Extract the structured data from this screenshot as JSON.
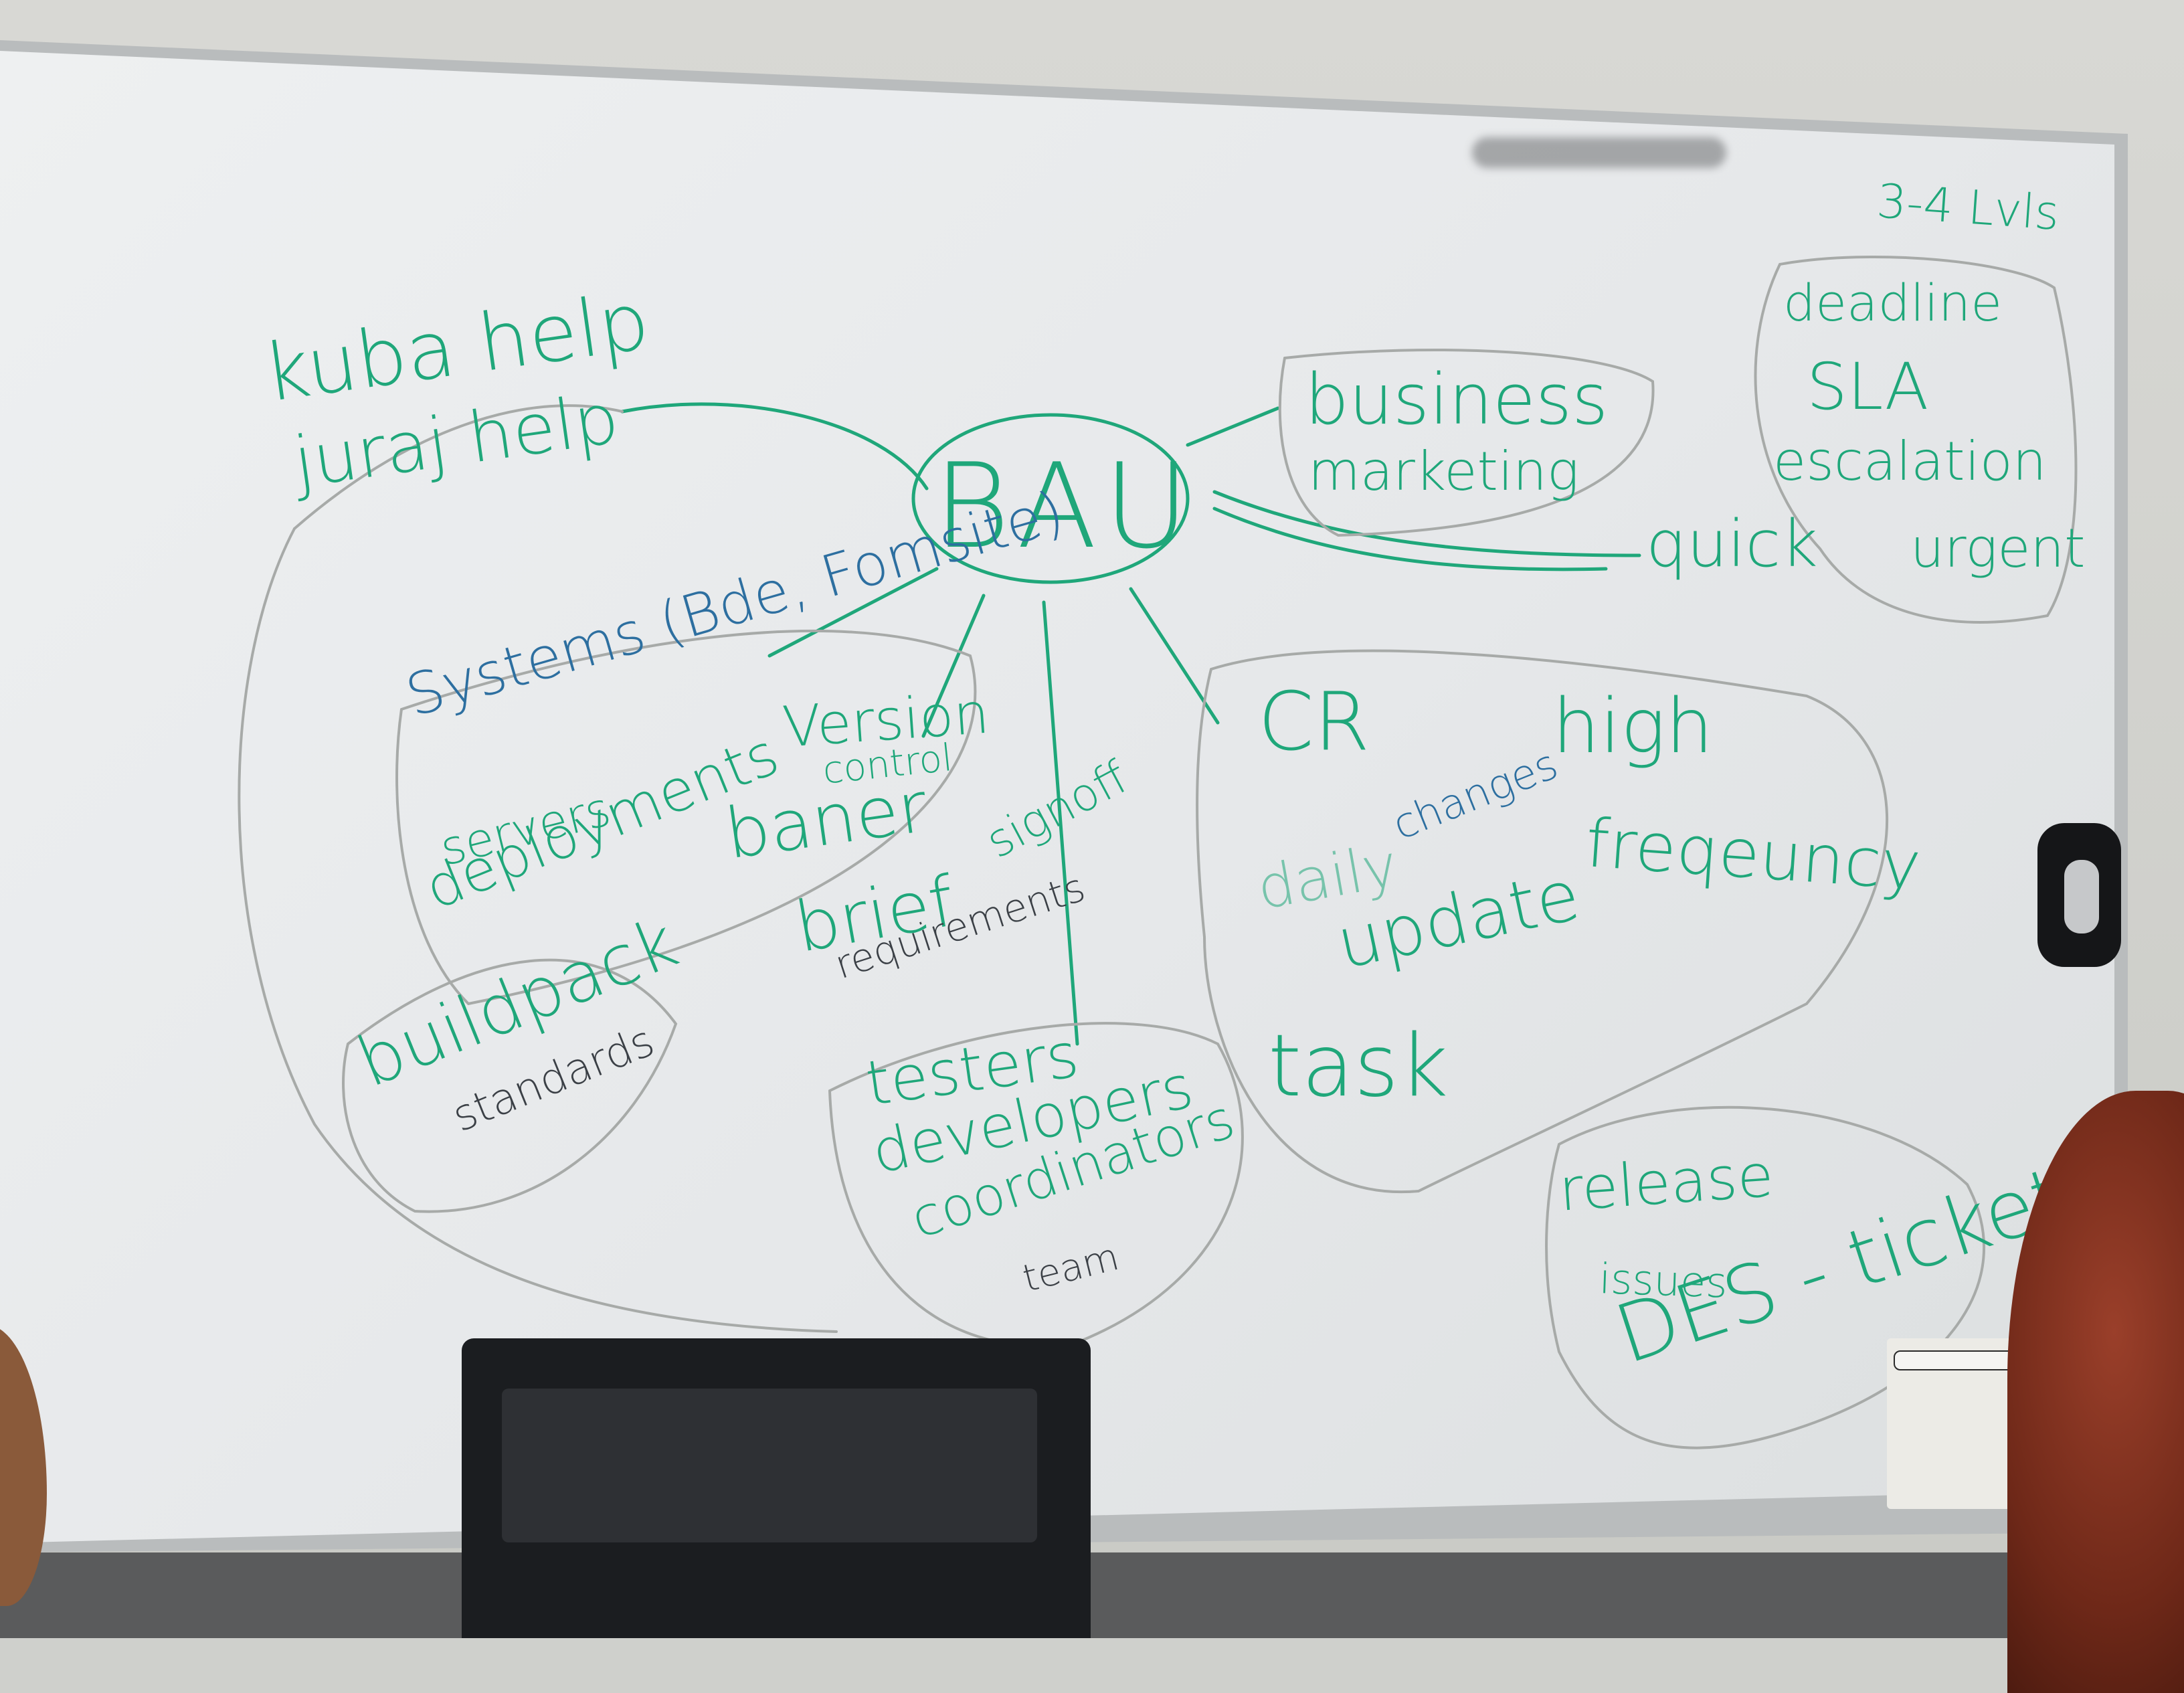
{
  "whiteboard": {
    "corner_note": "3-4 Lvls",
    "center": "BAU",
    "help": [
      "kuba help",
      "juraj help"
    ],
    "business": [
      "business",
      "marketing"
    ],
    "sla_box": [
      "deadline",
      "SLA",
      "escalation",
      "urgent"
    ],
    "quick": "quick",
    "systems": {
      "title": "Systems (Bde, Fomsite)",
      "version": "Version",
      "control": "control",
      "servers": "servers",
      "deployments": "deployments",
      "baner": "baner",
      "brief": "brief",
      "signoff": "signoff",
      "requirements": "requirements"
    },
    "buildpack": [
      "buildpack",
      "standards"
    ],
    "team": [
      "testers",
      "developers",
      "coordinators",
      "team"
    ],
    "cr": {
      "title": "CR",
      "daily": "daily",
      "changes": "changes",
      "update": "update",
      "task": "task",
      "high": "high",
      "frequency": "freqeuncy"
    },
    "release": [
      "release",
      "issues",
      "DES - tickets"
    ]
  },
  "colors": {
    "marker_green": "#1fa77a",
    "marker_blue": "#2d6fa0",
    "marker_black": "#3b4046",
    "board": "#eceeef"
  }
}
